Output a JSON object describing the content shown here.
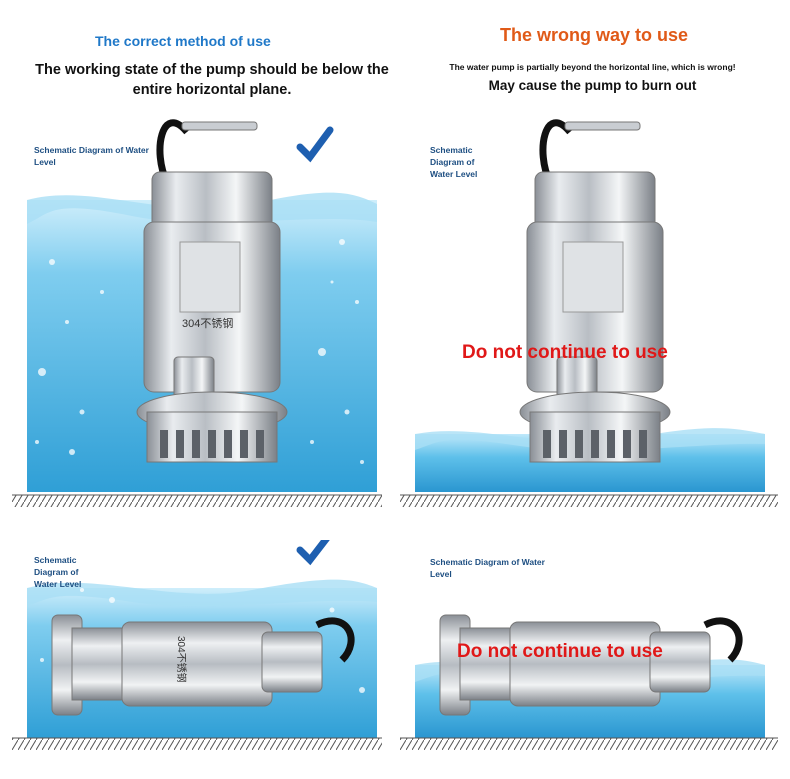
{
  "correct": {
    "title": "The correct method of use",
    "description": "The working state of the pump should be below the entire horizontal plane.",
    "vertical_panel": {
      "water_level_label": "Schematic Diagram of Water Level",
      "pump_marking": "304不锈钢"
    },
    "horizontal_panel": {
      "water_level_label": "Schematic Diagram of Water Level",
      "pump_marking": "304不锈钢"
    }
  },
  "wrong": {
    "title": "The wrong way to use",
    "description_line1": "The water pump is partially beyond the horizontal line, which is wrong!",
    "description_line2": "May cause the pump to burn out",
    "vertical_panel": {
      "water_level_label": "Schematic Diagram of Water Level",
      "warning": "Do not continue to use"
    },
    "horizontal_panel": {
      "water_level_label": "Schematic Diagram of Water Level",
      "warning": "Do not continue to use"
    }
  },
  "colors": {
    "title_blue": "#1f78c8",
    "title_orange": "#e05a18",
    "warning_red": "#e01818",
    "water": "#4fb6e4"
  }
}
